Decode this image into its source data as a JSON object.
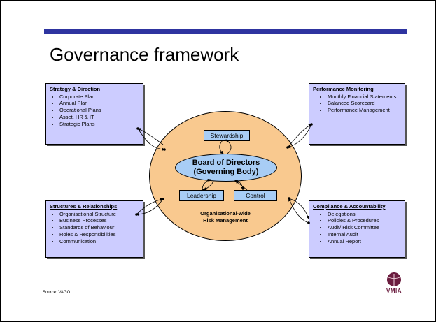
{
  "title": "Governance framework",
  "strategy": {
    "heading": "Strategy & Direction",
    "items": [
      "Corporate Plan",
      "Annual Plan",
      "Operational Plans",
      "Asset, HR & IT",
      "Strategic Plans"
    ]
  },
  "performance": {
    "heading": "Performance Monitoring",
    "items": [
      "Monthly Financial Statements",
      "Balanced Scorecard",
      "Performance Management"
    ]
  },
  "structures": {
    "heading": "Structures & Relationships",
    "items": [
      "Organisational Structure",
      "Business Processes",
      "Standards of Behaviour",
      "Roles & Responsibilities",
      "Communication"
    ]
  },
  "compliance": {
    "heading": "Compliance & Accountability",
    "items": [
      "Delegations",
      "Policies & Procedures",
      "Audit/ Risk Committee",
      "Internal Audit",
      "Annual Report"
    ]
  },
  "center": {
    "board_line1": "Board of Directors",
    "board_line2": "(Governing Body)",
    "stewardship": "Stewardship",
    "leadership": "Leadership",
    "control": "Control",
    "risk_line1": "Organisational-wide",
    "risk_line2": "Risk Management"
  },
  "source": "Source: VAGO",
  "logo_text": "VMIA"
}
